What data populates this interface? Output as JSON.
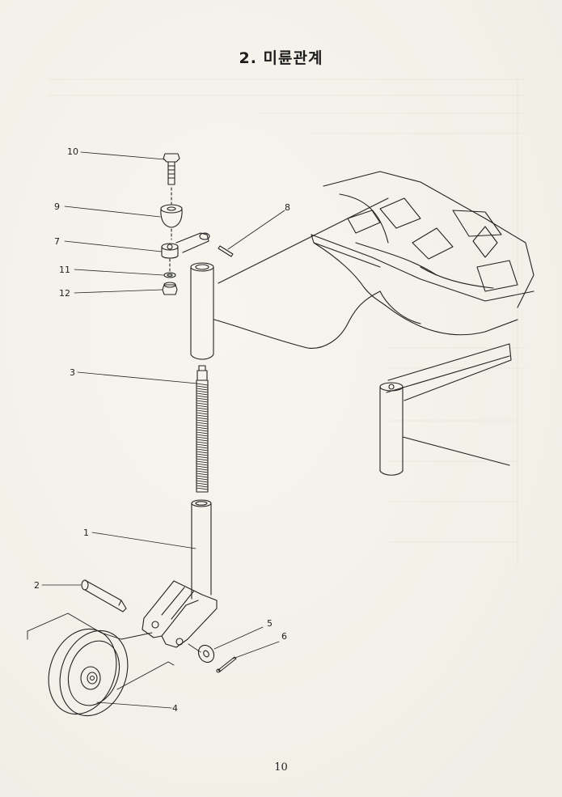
{
  "title": "2. 미륜관계",
  "page_number": "10",
  "callouts": [
    "1",
    "2",
    "3",
    "4",
    "5",
    "6",
    "7",
    "8",
    "9",
    "10",
    "11",
    "12"
  ]
}
